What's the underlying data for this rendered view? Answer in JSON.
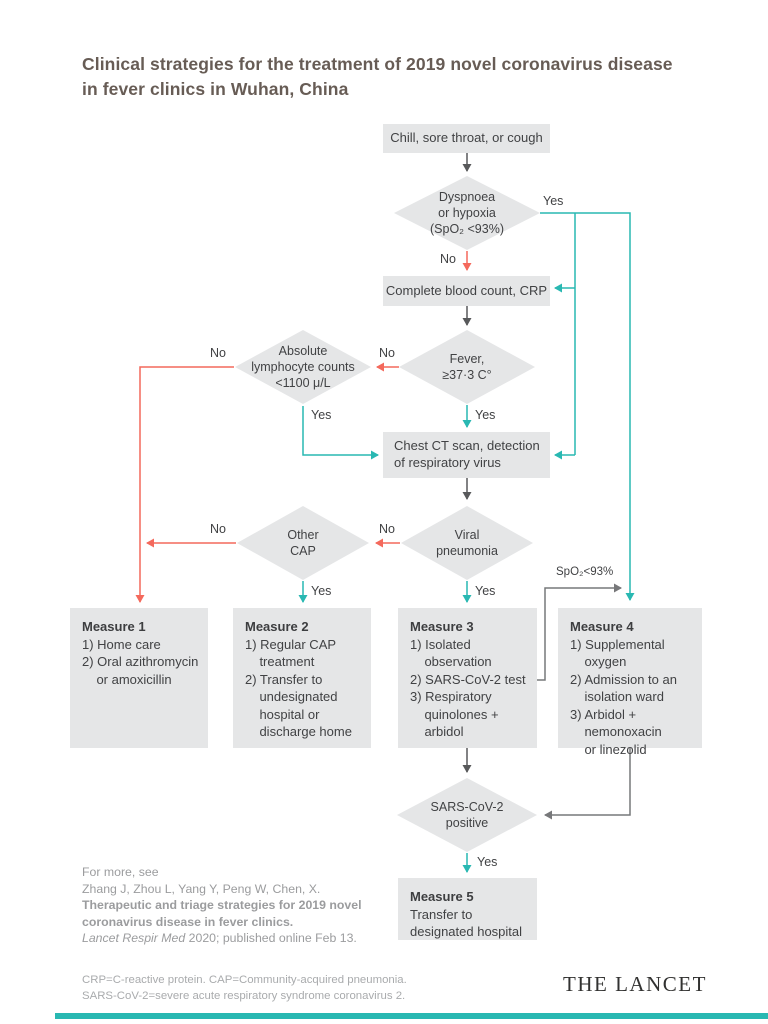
{
  "title": "Clinical strategies for the treatment of 2019 novel coronavirus disease\nin fever clinics in Wuhan, China",
  "colors": {
    "teal": "#29b8b2",
    "red": "#f4695c",
    "dark_line": "#58595b",
    "mid_line": "#77787a",
    "node_fill": "#e5e6e7",
    "title_text": "#675c55"
  },
  "nodes": {
    "chill": "Chill, sore throat, or cough",
    "dyspnoea": "Dyspnoea\nor hypoxia\n(SpO₂ <93%)",
    "cbc": "Complete blood count, CRP",
    "fever": "Fever,\n≥37·3 C°",
    "lymphocytes": "Absolute\nlymphocyte counts\n<1100 μ/L",
    "chest_ct": "Chest CT scan, detection\nof respiratory virus",
    "viral_pneumonia": "Viral\npneumonia",
    "other_cap": "Other\nCAP",
    "sars_positive": "SARS-CoV-2\npositive"
  },
  "labels": {
    "yes": "Yes",
    "no": "No",
    "spo2": "SpO₂<93%"
  },
  "measures": [
    {
      "title": "Measure 1",
      "body": "1) Home care\n2) Oral azithromycin\n    or amoxicillin"
    },
    {
      "title": "Measure 2",
      "body": "1) Regular CAP\n    treatment\n2) Transfer to\n    undesignated\n    hospital or\n    discharge home"
    },
    {
      "title": "Measure 3",
      "body": "1) Isolated\n    observation\n2) SARS-CoV-2 test\n3) Respiratory\n    quinolones +\n    arbidol"
    },
    {
      "title": "Measure 4",
      "body": "1) Supplemental\n    oxygen\n2) Admission to an\n    isolation ward\n3) Arbidol +\n    nemonoxacin\n    or linezolid"
    },
    {
      "title": "Measure 5",
      "body": "Transfer to\ndesignated hospital"
    }
  ],
  "footer": {
    "for_more_line1": "For more, see",
    "for_more_line2": "Zhang J, Zhou L, Yang Y, Peng W, Chen, X.",
    "for_more_bold": "Therapeutic and triage strategies for 2019 novel\ncoronavirus disease in fever clinics.",
    "ref_italic": "Lancet Respir Med",
    "ref_rest": " 2020; published online Feb 13.",
    "footnote": "CRP=C-reactive protein. CAP=Community-acquired pneumonia.\nSARS-CoV-2=severe acute respiratory syndrome coronavirus 2.",
    "publisher": "THE LANCET"
  }
}
